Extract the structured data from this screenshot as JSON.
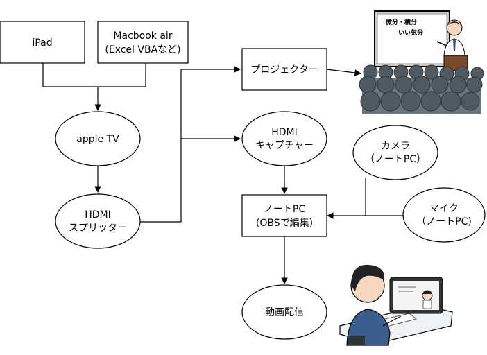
{
  "nodes": {
    "ipad": {
      "label": "iPad"
    },
    "macbook": {
      "line1": "Macbook air",
      "line2": "(Excel VBAなど)"
    },
    "apple_tv": {
      "label": "apple TV"
    },
    "hdmi_splitter": {
      "line1": "HDMI",
      "line2": "スプリッター"
    },
    "projector": {
      "label": "プロジェクター"
    },
    "hdmi_capture": {
      "line1": "HDMI",
      "line2": "キャプチャー"
    },
    "notebook_pc": {
      "line1": "ノートPC",
      "line2": "(OBSで編集)"
    },
    "camera": {
      "line1": "カメラ",
      "line2": "（ノートPC）"
    },
    "mic": {
      "line1": "マイク",
      "line2": "（ノートPC)"
    },
    "streaming": {
      "label": "動画配信"
    }
  },
  "illustrations": {
    "lecture": {
      "board_line1": "微分・積分",
      "board_line2": "いい気分"
    }
  },
  "colors": {
    "stroke": "#000000",
    "board": "#c9c9c9",
    "audience": "#4f5a63",
    "podium": "#7a4a2a",
    "skin": "#f6d7bf",
    "hair": "#222222",
    "shirt_blue": "#3a5f8f",
    "tablet": "#333333"
  }
}
